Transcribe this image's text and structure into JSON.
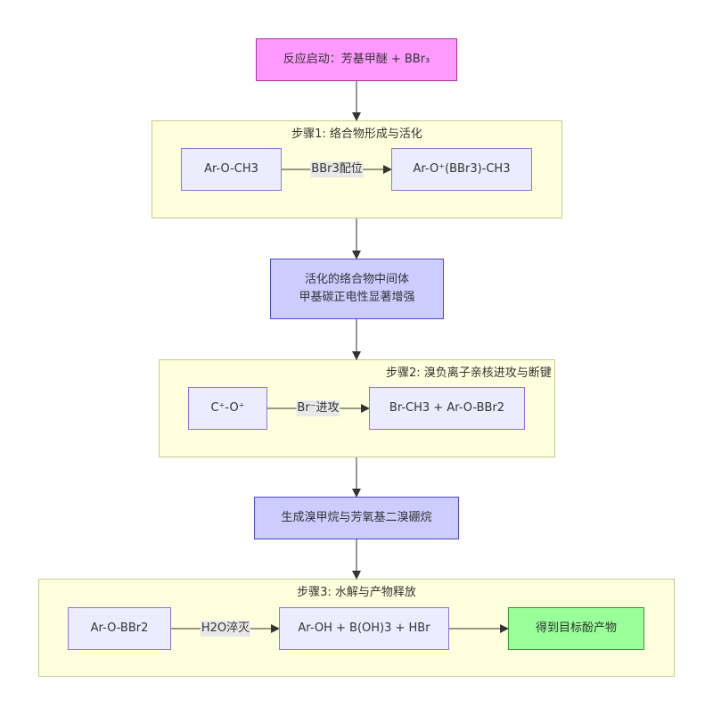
{
  "nodes": {
    "start": "反应启动：芳基甲醚 + BBr₃",
    "a1": "Ar-O-CH3",
    "a2": "Ar-O⁺(BBr3)-CH3",
    "intermediate_line1": "活化的络合物中间体",
    "intermediate_line2": "甲基碳正电性显著增强",
    "b1": "C⁺-O⁺",
    "b2": "Br-CH3 + Ar-O-BBr2",
    "product_mid": "生成溴甲烷与芳氧基二溴硼烷",
    "c1": "Ar-O-BBr2",
    "c2": "Ar-OH + B(OH)3 + HBr",
    "final": "得到目标酚产物"
  },
  "clusters": {
    "step1": "步骤1: 络合物形成与活化",
    "step2": "步骤2: 溴负离子亲核进攻与断键",
    "step3": "步骤3: 水解与产物释放"
  },
  "edge_labels": {
    "a": "BBr3配位",
    "b": "Br⁻进攻",
    "c": "H2O淬灭"
  }
}
